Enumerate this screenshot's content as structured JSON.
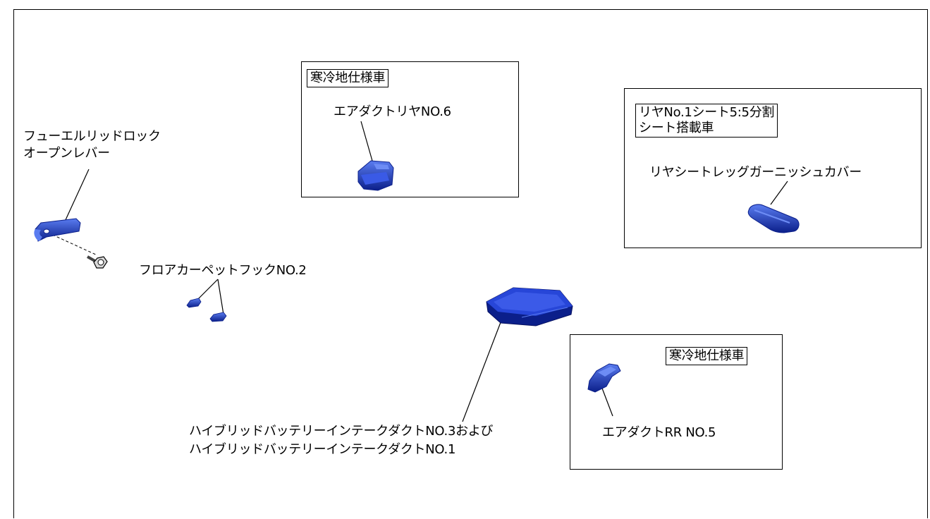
{
  "labels": {
    "fuel_lid_lever_line1": "フューエルリッドロック",
    "fuel_lid_lever_line2": "オープンレバー",
    "floor_carpet_hook": "フロアカーペットフックNO.2",
    "air_duct_rear_no6": "エアダクトリヤNO.6",
    "rear_seat_leg_cover": "リヤシートレッグガーニッシュカバー",
    "hv_duct_line1": "ハイブリッドバッテリーインテークダクトNO.3および",
    "hv_duct_line2": "ハイブリッドバッテリーインテークダクトNO.1",
    "air_duct_rr_no5": "エアダクトRR NO.5"
  },
  "tags": {
    "cold_region_top": "寒冷地仕様車",
    "rear_seat_split_line1": "リヤNo.1シート5:5分割",
    "rear_seat_split_line2": "シート搭載車",
    "cold_region_bottom": "寒冷地仕様車"
  },
  "colors": {
    "part_blue": "#1d3fd6",
    "part_dark": "#0b1f8a",
    "part_light": "#5a7cf0"
  },
  "parts": [
    "fuel-lid-lock-open-lever",
    "screw",
    "floor-carpet-hook-no2",
    "air-duct-rear-no6",
    "rear-seat-leg-garnish-cover",
    "hybrid-battery-intake-duct",
    "air-duct-rr-no5"
  ]
}
